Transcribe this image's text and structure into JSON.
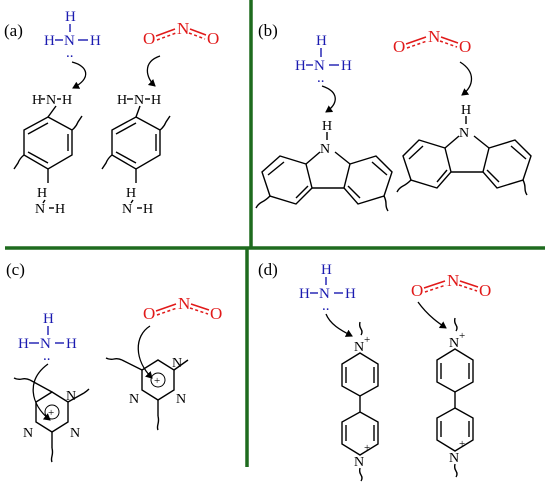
{
  "panels": {
    "a": "(a)",
    "b": "(b)",
    "c": "(c)",
    "d": "(d)"
  },
  "atoms": {
    "N": "N",
    "H": "H",
    "O": "O",
    "lone_pair": "..",
    "plus": "+"
  },
  "colors": {
    "ammonia": "#1b1bb0",
    "nitrogen_dioxide": "#e11a1a",
    "divider": "#1e6b1e"
  }
}
